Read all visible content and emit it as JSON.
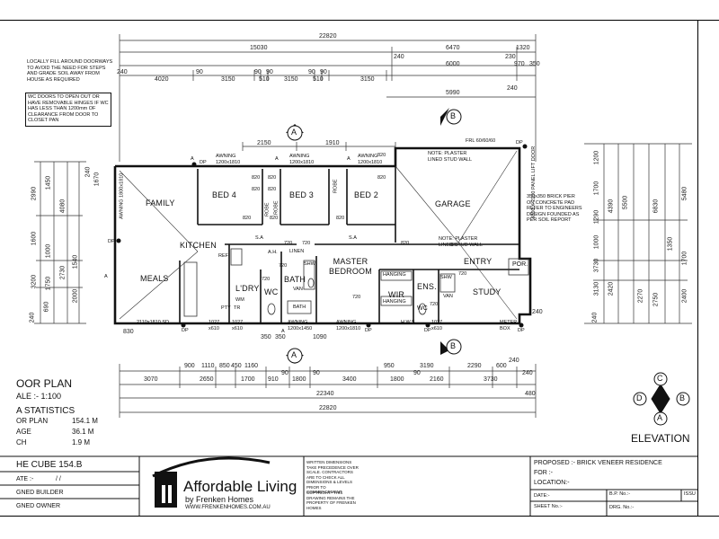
{
  "notes": {
    "fill_note": "LOCALLY FILL AROUND DOORWAYS TO AVOID THE NEED FOR STEPS AND GRADE SOIL AWAY FROM HOUSE AS REQUIRED",
    "wc_note": "WC DOORS TO OPEN OUT OR HAVE REMOVABLE HINGES IF WC HAS LESS THAN 1200mm OF CLEARANCE FROM DOOR TO CLOSET PAN",
    "plaster_note_1": "NOTE: PLASTER LINED STUD WALL",
    "plaster_note_2": "NOTE: PLASTER LINED STUD WALL",
    "pier_note": "350x350 BRICK PIER ON CONCRETE PAD REFER TO ENGINEERS DESIGN FOUNDED AS PER SOIL REPORT",
    "garage_door": "4800 X 2100 PANEL LIFT DOOR",
    "frl": "FRL 60/60/60"
  },
  "top_dims": {
    "overall": "22820",
    "row2": [
      "15030",
      "6470",
      "1320"
    ],
    "row2_small": [
      "240",
      "230"
    ],
    "row3": [
      "6000",
      "970",
      "350"
    ],
    "row4": [
      "240",
      "4020",
      "90",
      "3150",
      "90",
      "90",
      "510",
      "3150",
      "90",
      "90",
      "510",
      "3150",
      "240"
    ],
    "row5": "5990",
    "row5_side": "240",
    "window_dims": [
      "2150",
      "1910"
    ]
  },
  "bottom_dims": {
    "row1": [
      "900",
      "1110",
      "850",
      "450",
      "1160",
      "90",
      "950",
      "3190",
      "2290",
      "600",
      "240"
    ],
    "row2": [
      "3070",
      "2650",
      "1700",
      "910",
      "90",
      "1800",
      "3400",
      "1800",
      "90",
      "2160",
      "3730",
      "240"
    ],
    "overall_inner": "22340",
    "overall_inner_side": "480",
    "overall": "22820",
    "misc": [
      "830",
      "350",
      "350",
      "1090",
      "240"
    ]
  },
  "left_dims": [
    "2990",
    "1450",
    "4080",
    "1600",
    "1000",
    "1540",
    "3200",
    "1750",
    "2730",
    "690",
    "2000",
    "240",
    "240",
    "1670"
  ],
  "right_dims": [
    "1200",
    "1700",
    "1290",
    "4390",
    "5500",
    "6830",
    "5480",
    "1000",
    "3730",
    "3130",
    "2420",
    "2270",
    "2750",
    "2400",
    "1350",
    "1700",
    "240"
  ],
  "rooms": {
    "family": "FAMILY",
    "bed4": "BED 4",
    "bed3": "BED 3",
    "bed2": "BED 2",
    "garage": "GARAGE",
    "kitchen": "KITCHEN",
    "meals": "MEALS",
    "ldry": "L'DRY",
    "wc1": "WC",
    "bath": "BATH",
    "master": "MASTER BEDROOM",
    "wir": "WIR",
    "ens": "ENS.",
    "wc2": "WC",
    "entry": "ENTRY",
    "study": "STUDY",
    "por": "POR.",
    "linen": "LINEN",
    "hanging1": "HANGING",
    "hanging2": "HANGING",
    "bath_label": "BATH",
    "van1": "VAN",
    "van2": "VAN",
    "shw1": "SHW",
    "shw2": "SHW",
    "robe1": "ROBE",
    "robe2": "ROBE",
    "robe3": "ROBE",
    "ref": "REF",
    "wm": "WM",
    "pty": "PTY",
    "tr": "TR"
  },
  "window_labels": {
    "awning1": "AWNING 1200x1810",
    "awning2": "AWNING 1200x1810",
    "awning3": "AWNING 1200x1810",
    "awning_left": "AWNING 1800x1810",
    "awning_bottom": "AWNING 1200x1450",
    "awning_bottom2": "AWNING 1200x1810",
    "sd": "2110x1810 SD",
    "w1": "1027 x610",
    "w2": "1027 x610",
    "w3": "1027 x610",
    "meter": "METER BOX",
    "hws": "H.W.S.",
    "ah": "A.H.",
    "door_sizes": [
      "820",
      "820",
      "820",
      "820",
      "720",
      "720",
      "720",
      "720",
      "820",
      "820",
      "820",
      "820",
      "820",
      "720",
      "720",
      "720",
      "820",
      "820"
    ]
  },
  "markers": {
    "a_top": "A",
    "b_top": "B",
    "a_bottom": "A",
    "b_bottom": "B",
    "dp_labels": [
      "DP",
      "DP",
      "DP",
      "DP",
      "DP",
      "DP",
      "DP"
    ],
    "sa": [
      "S.A",
      "S.A"
    ],
    "a_small": [
      "A",
      "A",
      "A",
      "A",
      "A"
    ]
  },
  "plan_title": {
    "title": "OOR PLAN",
    "scale": "ALE :- 1:100"
  },
  "statistics": {
    "heading": "A STATISTICS",
    "rows": [
      {
        "label": "OR PLAN",
        "value": "154.1 M"
      },
      {
        "label": "AGE",
        "value": "36.1 M"
      },
      {
        "label": "CH",
        "value": "1.9 M"
      }
    ]
  },
  "compass": {
    "c": "C",
    "d": "D",
    "b": "B",
    "a": "A",
    "title": "ELEVATION"
  },
  "title_block": {
    "design": "HE CUBE 154.B",
    "date_label": "ATE :-",
    "date_value": "/ /",
    "builder": "GNED BUILDER",
    "owner": "GNED OWNER",
    "brand_main": "Affordable Living",
    "brand_sub": "by Frenken Homes",
    "brand_url": "WWW.FRENKENHOMES.COM.AU",
    "disclaimer_1": "WRITTEN DIMENSIONS TAKE PRECEDENCE OVER SCALE. CONTRACTORS ARE TO CHECK ALL DIMENSIONS & LEVELS PRIOR TO COMMENCEMENT",
    "disclaimer_2": "COPYRIGHT:- THIS DRAWING REMAINS THE PROPERTY OF FRENKEN HOMES",
    "proposed": "PROPOSED :- BRICK VENEER RESIDENCE",
    "for": "FOR :-",
    "location": "LOCATION:-",
    "date": "DATE:-",
    "bp": "B.P. No.:-",
    "issue": "ISSU",
    "sheet": "SHEET No.:-",
    "drg": "DRG. No.:-"
  }
}
